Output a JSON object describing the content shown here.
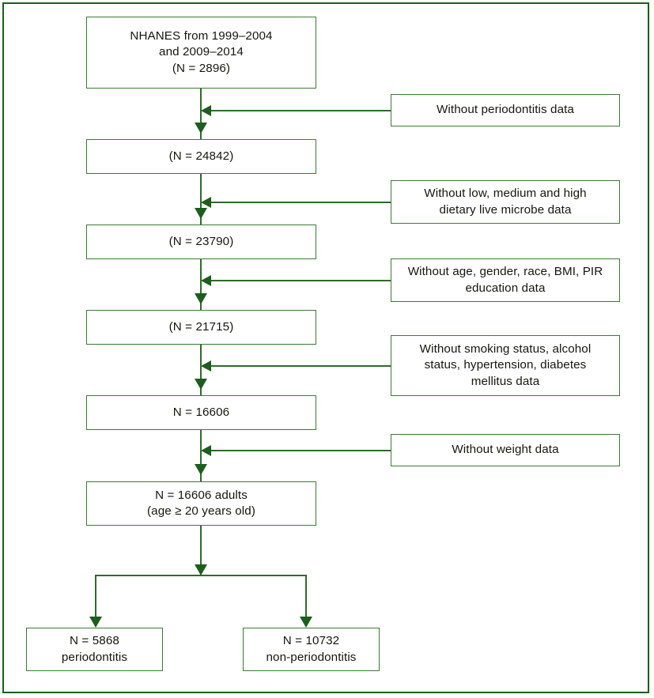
{
  "figure": {
    "type": "flowchart",
    "title": "NHANES participant selection flow diagram",
    "colors": {
      "frame_border": "#1d5d1d",
      "box_border": "#3d7a35",
      "connector": "#2f6b2a",
      "arrow": "#1d5d1d",
      "text": "#16160f",
      "background": "#ffffff"
    }
  },
  "main_boxes": [
    {
      "id": "source",
      "text": "NHANES from 1999–2004\nand 2009–2014\n(N = 2896)"
    },
    {
      "id": "step1",
      "text": "(N = 24842)"
    },
    {
      "id": "step2",
      "text": "(N = 23790)"
    },
    {
      "id": "step3",
      "text": "(N = 21715)"
    },
    {
      "id": "step4",
      "text": "N = 16606"
    },
    {
      "id": "step5",
      "text": "N = 16606 adults\n(age ≥ 20 years old)"
    }
  ],
  "exclusion_boxes": [
    {
      "id": "excl1",
      "text": "Without periodontitis data"
    },
    {
      "id": "excl2",
      "text": "Without low, medium and high\ndietary live microbe data"
    },
    {
      "id": "excl3",
      "text": "Without age, gender, race, BMI, PIR\neducation data"
    },
    {
      "id": "excl4",
      "text": "Without smoking status, alcohol\nstatus, hypertension, diabetes\nmellitus data"
    },
    {
      "id": "excl5",
      "text": "Without weight data"
    }
  ],
  "outcome_boxes": [
    {
      "id": "periodontitis",
      "text": "N = 5868\nperiodontitis"
    },
    {
      "id": "non-periodontitis",
      "text": "N = 10732\nnon-periodontitis"
    }
  ]
}
